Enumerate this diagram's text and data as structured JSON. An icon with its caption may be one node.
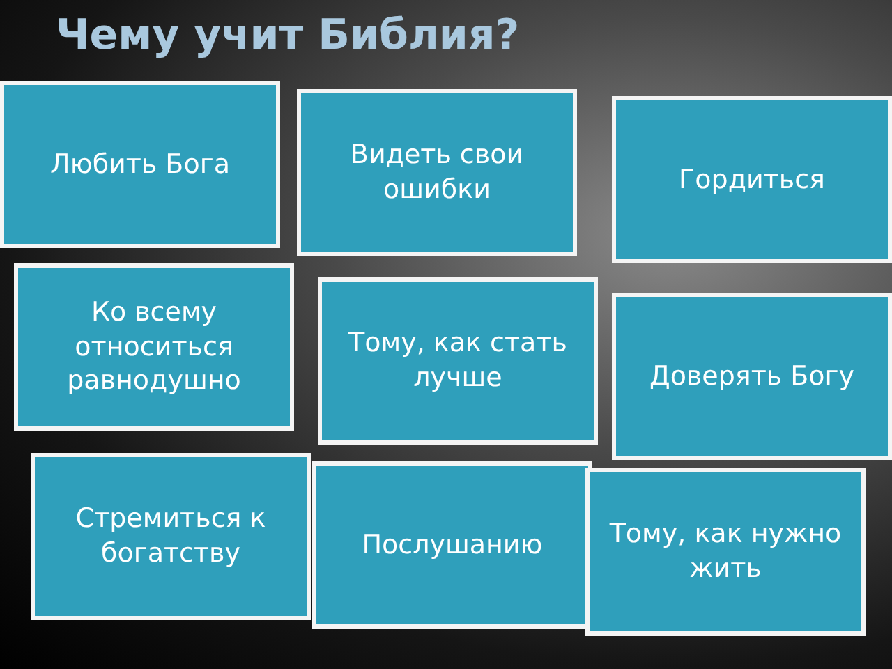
{
  "diagram": {
    "title": "Чему учит Библия?",
    "nodes": [
      {
        "text": [
          "Любить Бога"
        ]
      },
      {
        "text": [
          "Видеть свои ошибки"
        ]
      },
      {
        "text": [
          "Гордиться"
        ]
      },
      {
        "text": [
          "Ко всему относиться равнодушно"
        ]
      },
      {
        "text": [
          "Тому, как стать лучше"
        ]
      },
      {
        "text": [
          "Доверять Богу"
        ]
      },
      {
        "text": [
          "Стремиться к богатству"
        ]
      },
      {
        "text": [
          "Послушанию"
        ]
      },
      {
        "text": [
          "Тому, как нужно жить"
        ]
      }
    ]
  }
}
